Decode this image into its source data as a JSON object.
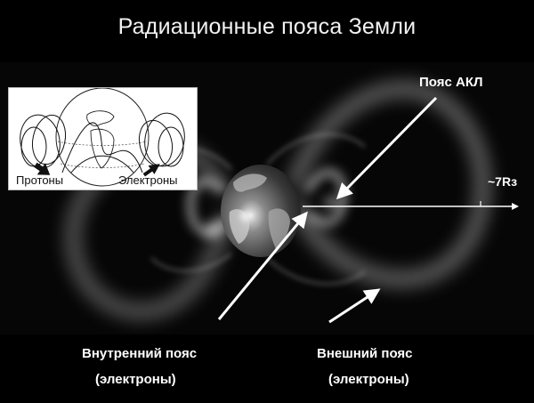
{
  "title": "Радиационные пояса Земли",
  "inset": {
    "labels": {
      "protons": "Протоны",
      "electrons": "Электроны"
    }
  },
  "annotations": {
    "akl_belt": "Пояс АКЛ",
    "scale": "~7Rз",
    "inner_belt_line1": "Внутренний пояс",
    "inner_belt_line2": "(электроны)",
    "outer_belt_line1": "Внешний пояс",
    "outer_belt_line2": "(электроны)"
  },
  "colors": {
    "background": "#000000",
    "text": "#ffffff",
    "belt_glow": "#d8d8d8",
    "inset_bg": "#ffffff"
  }
}
